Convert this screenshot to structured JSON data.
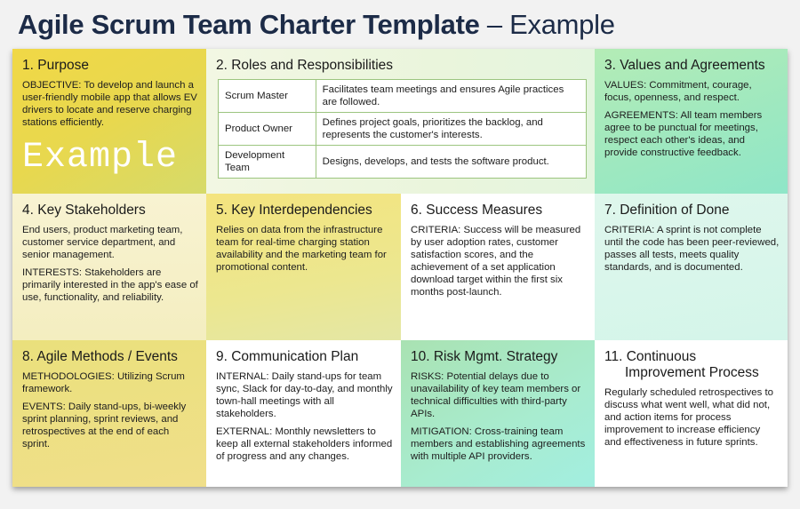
{
  "title": {
    "bold": "Agile Scrum Team Charter Template",
    "rest": " – Example"
  },
  "watermark": "Example",
  "sections": {
    "purpose": {
      "heading": "1. Purpose",
      "paragraphs": [
        "OBJECTIVE: To develop and launch a user-friendly mobile app that allows EV drivers to locate and reserve charging stations efficiently."
      ]
    },
    "roles": {
      "heading": "2. Roles and Responsibilities",
      "rows": [
        {
          "role": "Scrum Master",
          "desc": "Facilitates team meetings and ensures Agile practices are followed."
        },
        {
          "role": "Product Owner",
          "desc": "Defines project goals, prioritizes the backlog, and represents the customer's interests."
        },
        {
          "role": "Development Team",
          "desc": "Designs, develops, and tests the software product."
        }
      ]
    },
    "values": {
      "heading": "3. Values and Agreements",
      "paragraphs": [
        "VALUES: Commitment, courage, focus, openness, and respect.",
        "AGREEMENTS: All team members agree to be punctual for meetings, respect each other's ideas, and provide constructive feedback."
      ]
    },
    "stakeholders": {
      "heading": "4. Key Stakeholders",
      "paragraphs": [
        "End users, product marketing team, customer service department, and senior management.",
        "INTERESTS: Stakeholders are primarily interested in the app's ease of use, functionality, and reliability."
      ]
    },
    "interdependencies": {
      "heading": "5. Key Interdependencies",
      "paragraphs": [
        "Relies on data from the infrastructure team for real-time charging station availability and the marketing team for promotional content."
      ]
    },
    "success": {
      "heading": "6. Success Measures",
      "paragraphs": [
        "CRITERIA: Success will be measured by user adoption rates, customer satisfaction scores, and the achievement of a set application download target within the first six months post-launch."
      ]
    },
    "done": {
      "heading": "7. Definition of Done",
      "paragraphs": [
        "CRITERIA: A sprint is not complete until the code has been peer-reviewed, passes all tests, meets quality standards, and is documented."
      ]
    },
    "methods": {
      "heading": "8. Agile Methods / Events",
      "paragraphs": [
        "METHODOLOGIES: Utilizing Scrum framework.",
        "EVENTS: Daily stand-ups, bi-weekly sprint planning, sprint reviews, and retrospectives at the end of each sprint."
      ]
    },
    "communication": {
      "heading": "9. Communication Plan",
      "paragraphs": [
        "INTERNAL: Daily stand-ups for team sync, Slack for day-to-day, and monthly town-hall meetings with all stakeholders.",
        "EXTERNAL: Monthly newsletters to keep all external stakeholders informed of progress and any changes."
      ]
    },
    "risk": {
      "heading": "10. Risk Mgmt. Strategy",
      "paragraphs": [
        "RISKS: Potential delays due to unavailability of key team members or technical difficulties with third-party APIs.",
        "MITIGATION: Cross-training team members and establishing agreements with multiple API providers."
      ]
    },
    "improvement": {
      "heading_line1": "11. Continuous",
      "heading_line2": "Improvement Process",
      "paragraphs": [
        "Regularly scheduled retrospectives to discuss what went well, what did not, and action items for process improvement to increase efficiency and effectiveness in future sprints."
      ]
    }
  }
}
